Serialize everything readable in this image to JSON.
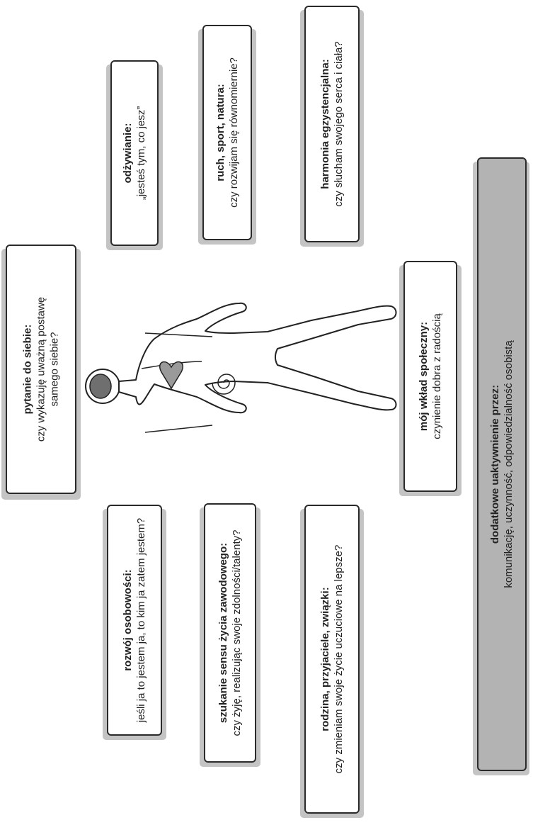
{
  "colors": {
    "card_border": "#2a2a2a",
    "card_shadow": "#c4c4c4",
    "footer_fill": "#b3b3b3",
    "head_fill": "#6f6f6f",
    "organ_fill": "#9a9a9a"
  },
  "figure": {
    "name": "human-body-outline"
  },
  "cards": {
    "pytanie": {
      "title": "pytanie do siebie:",
      "line1": "czy wykazuję uważną postawę",
      "line2": "samego siebie?"
    },
    "odzywianie": {
      "title": "odżywianie:",
      "line1": "„jesteś tym, co jesz”"
    },
    "ruch": {
      "title": "ruch, sport, natura:",
      "line1": "czy rozwijam się równomiernie?"
    },
    "harmonia": {
      "title": "harmonia egzystencjalna:",
      "line1": "czy słucham swojego serca i ciała?"
    },
    "rozwoj": {
      "title": "rozwój osobowości:",
      "line1": "jeśli ja to jestem ja, to kim ja zatem jestem?"
    },
    "szukanie": {
      "title": "szukanie sensu życia zawodowego:",
      "line1": "czy żyję, realizując swoje zdolności/talenty?"
    },
    "rodzina": {
      "title": "rodzina, przyjaciele, związki:",
      "line1": "czy zmieniam swoje życie uczuciowe na lepsze?"
    },
    "wklad": {
      "title": "mój wkład społeczny:",
      "line1": "czynienie dobra z radością"
    },
    "dodatkowe": {
      "title": "dodatkowe uaktywnienie przez:",
      "line1": "komunikację, uczynność, odpowiedzialność osobistą"
    }
  }
}
